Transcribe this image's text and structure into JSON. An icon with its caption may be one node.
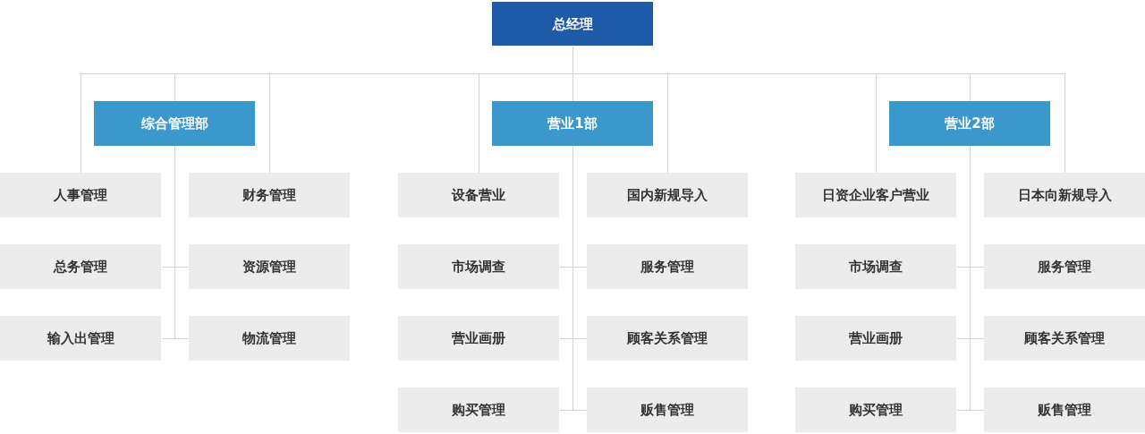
{
  "diagram": {
    "nodes": [
      {
        "text": [
          "总经理"
        ]
      },
      {
        "text": [
          "综合管理部"
        ]
      },
      {
        "text": [
          "营业1部"
        ]
      },
      {
        "text": [
          "营业2部"
        ]
      },
      {
        "text": [
          "人事管理"
        ]
      },
      {
        "text": [
          "财务管理"
        ]
      },
      {
        "text": [
          "总务管理"
        ]
      },
      {
        "text": [
          "资源管理"
        ]
      },
      {
        "text": [
          "输入出管理"
        ]
      },
      {
        "text": [
          "物流管理"
        ]
      },
      {
        "text": [
          "设备营业"
        ]
      },
      {
        "text": [
          "国内新规导入"
        ]
      },
      {
        "text": [
          "市场调查"
        ]
      },
      {
        "text": [
          "服务管理"
        ]
      },
      {
        "text": [
          "营业画册"
        ]
      },
      {
        "text": [
          "顾客关系管理"
        ]
      },
      {
        "text": [
          "购买管理"
        ]
      },
      {
        "text": [
          "贩售管理"
        ]
      },
      {
        "text": [
          "日资企业客户营业"
        ]
      },
      {
        "text": [
          "日本向新规导入"
        ]
      },
      {
        "text": [
          "市场调查"
        ]
      },
      {
        "text": [
          "服务管理"
        ]
      },
      {
        "text": [
          "营业画册"
        ]
      },
      {
        "text": [
          "顾客关系管理"
        ]
      },
      {
        "text": [
          "购买管理"
        ]
      },
      {
        "text": [
          "贩售管理"
        ]
      }
    ],
    "edges": [
      {
        "from": 0,
        "to": 1,
        "arrow": "none"
      },
      {
        "from": 0,
        "to": 2,
        "arrow": "none"
      },
      {
        "from": 0,
        "to": 3,
        "arrow": "none"
      },
      {
        "from": 1,
        "to": 4,
        "arrow": "none"
      },
      {
        "from": 1,
        "to": 5,
        "arrow": "none"
      },
      {
        "from": 1,
        "to": 6,
        "arrow": "none"
      },
      {
        "from": 1,
        "to": 7,
        "arrow": "none"
      },
      {
        "from": 1,
        "to": 8,
        "arrow": "none"
      },
      {
        "from": 1,
        "to": 9,
        "arrow": "none"
      },
      {
        "from": 2,
        "to": 10,
        "arrow": "none"
      },
      {
        "from": 2,
        "to": 11,
        "arrow": "none"
      },
      {
        "from": 2,
        "to": 12,
        "arrow": "none"
      },
      {
        "from": 2,
        "to": 13,
        "arrow": "none"
      },
      {
        "from": 2,
        "to": 14,
        "arrow": "none"
      },
      {
        "from": 2,
        "to": 15,
        "arrow": "none"
      },
      {
        "from": 2,
        "to": 16,
        "arrow": "none"
      },
      {
        "from": 2,
        "to": 17,
        "arrow": "none"
      },
      {
        "from": 3,
        "to": 18,
        "arrow": "none"
      },
      {
        "from": 3,
        "to": 19,
        "arrow": "none"
      },
      {
        "from": 3,
        "to": 20,
        "arrow": "none"
      },
      {
        "from": 3,
        "to": 21,
        "arrow": "none"
      },
      {
        "from": 3,
        "to": 22,
        "arrow": "none"
      },
      {
        "from": 3,
        "to": 23,
        "arrow": "none"
      },
      {
        "from": 3,
        "to": 24,
        "arrow": "none"
      },
      {
        "from": 3,
        "to": 25,
        "arrow": "none"
      }
    ]
  }
}
